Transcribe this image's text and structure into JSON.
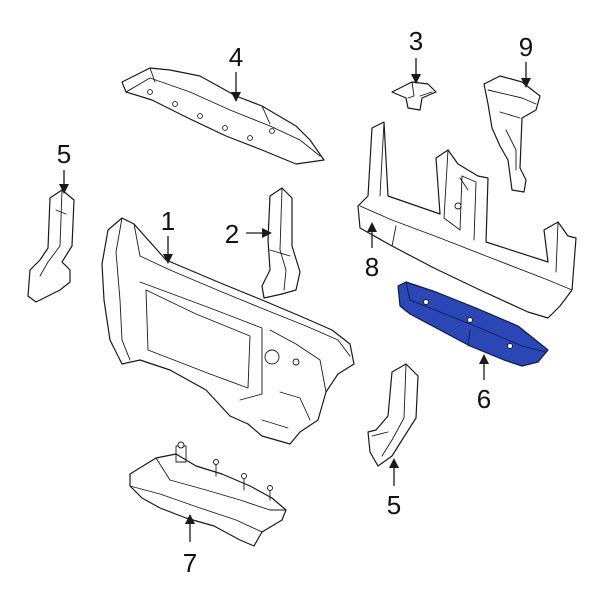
{
  "diagram": {
    "highlight_color": "#2b47b5",
    "line_color": "#1a1a1a",
    "background": "#ffffff",
    "callouts": [
      {
        "id": "part-1",
        "label": "1"
      },
      {
        "id": "part-2",
        "label": "2"
      },
      {
        "id": "part-3",
        "label": "3"
      },
      {
        "id": "part-4",
        "label": "4"
      },
      {
        "id": "part-5-left",
        "label": "5"
      },
      {
        "id": "part-5-right",
        "label": "5"
      },
      {
        "id": "part-6",
        "label": "6"
      },
      {
        "id": "part-7",
        "label": "7"
      },
      {
        "id": "part-8",
        "label": "8"
      },
      {
        "id": "part-9",
        "label": "9"
      }
    ]
  }
}
